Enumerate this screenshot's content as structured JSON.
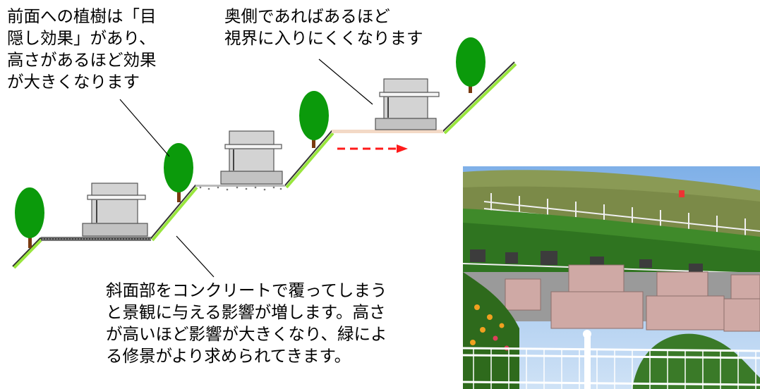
{
  "notes": {
    "front_planting": "前面への植樹は「目\n隠し効果」があり、\n高さがあるほど効果\nが大きくなります",
    "back_visibility": "奥側であればあるほど\n視界に入りにくくなります",
    "slope_concrete": "斜面部をコンクリートで覆ってしまう\nと景観に与える影響が増します。高さ\nが高いほど影響が大きくなり、緑によ\nる修景がより求められてきます。"
  },
  "colors": {
    "slope_green": "#99e63d",
    "tree_green": "#0b9a0b",
    "trunk_brown": "#7a3a10",
    "arrow_red": "#ff1a1a",
    "tomb_gray": "#d3d3d3",
    "plinth_gray": "#c2c2c2"
  },
  "icons": [
    "tree-icon",
    "tombstone-icon",
    "arrow-right-icon"
  ]
}
